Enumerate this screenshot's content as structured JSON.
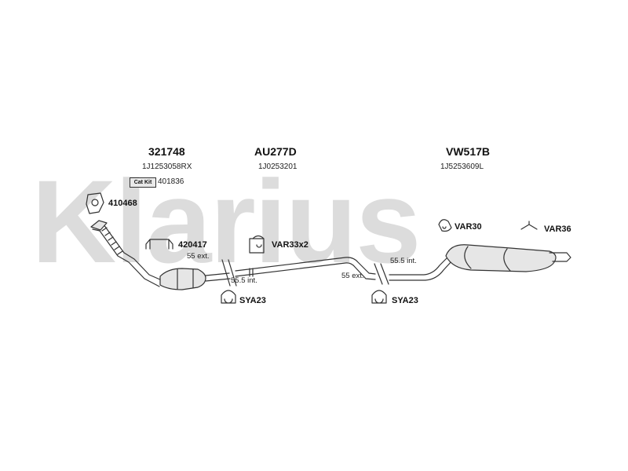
{
  "watermark": "Klarius",
  "components": [
    {
      "part_no": "321748",
      "oem": "1J1253058RX"
    },
    {
      "part_no": "AU277D",
      "oem": "1J0253201"
    },
    {
      "part_no": "VW517B",
      "oem": "1J5253609L"
    }
  ],
  "cat_kit": {
    "badge": "Cat Kit",
    "code": "401836"
  },
  "accessories": {
    "gasket": "410468",
    "bracket": "420417",
    "clamp_set": "VAR33x2",
    "rubber_front": "VAR30",
    "rubber_rear": "VAR36",
    "clamp_left": "SYA23",
    "clamp_right": "SYA23"
  },
  "joints": {
    "left_upper": "55 ext.",
    "left_lower": "55.5 int.",
    "right_upper": "55.5 int.",
    "right_lower": "55 ext."
  },
  "colors": {
    "line": "#333333",
    "watermark": "#dcdcdc",
    "metal": "#e6e6e6"
  }
}
